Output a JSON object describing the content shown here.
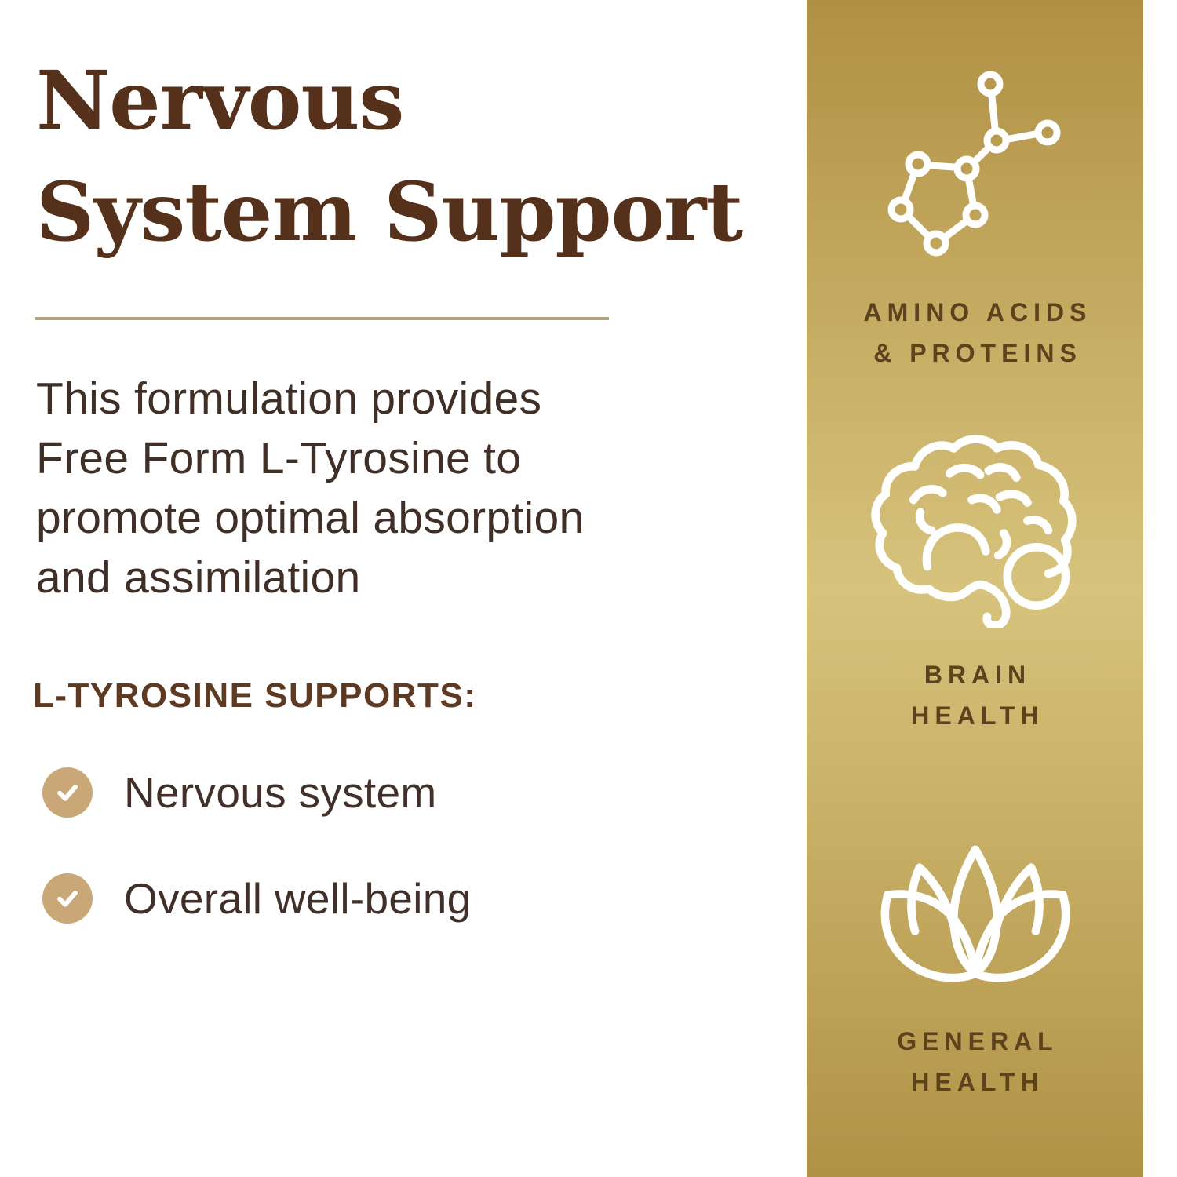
{
  "left": {
    "title_line1": "Nervous",
    "title_line2": "System Support",
    "paragraph_lines": [
      "This formulation provides",
      "Free Form L-Tyrosine to",
      "promote optimal absorption",
      "and assimilation"
    ],
    "supports_heading": "L-TYROSINE SUPPORTS:",
    "bullets": [
      {
        "icon": "check-icon",
        "label": "Nervous system"
      },
      {
        "icon": "check-icon",
        "label": "Overall well-being"
      }
    ]
  },
  "sidebar": {
    "sections": [
      {
        "icon": "molecule-icon",
        "label_line1": "AMINO ACIDS",
        "label_line2": "& PROTEINS"
      },
      {
        "icon": "brain-icon",
        "label_line1": "BRAIN",
        "label_line2": "HEALTH"
      },
      {
        "icon": "lotus-icon",
        "label_line1": "GENERAL",
        "label_line2": "HEALTH"
      }
    ]
  },
  "colors": {
    "background": "#ffffff",
    "title_brown": "#55301a",
    "body_text": "#3f2f26",
    "heading_brown": "#5d3a21",
    "divider_tan": "#b1a483",
    "check_gold": "#c9a776",
    "band_gold_dark": "#b09044",
    "band_gold_light": "#d7c37c",
    "band_label_brown": "#5c421d",
    "icon_white": "#ffffff"
  }
}
